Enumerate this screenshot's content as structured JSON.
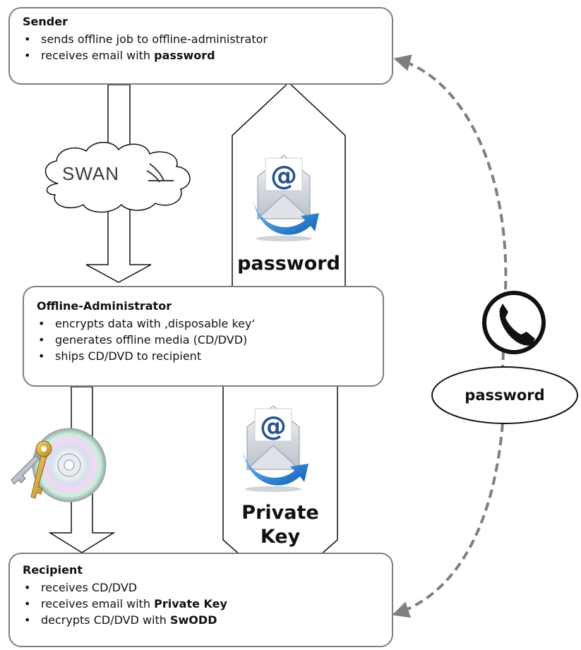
{
  "sender": {
    "title": "Sender",
    "bullets": [
      {
        "text": "sends offline job to offline-administrator"
      },
      {
        "pre": "receives email with ",
        "bold": "password"
      }
    ]
  },
  "offline_admin": {
    "title": "Offline-Administrator",
    "bullets": [
      {
        "text": "encrypts data with ‚disposable key‘"
      },
      {
        "text": "generates offline media (CD/DVD)"
      },
      {
        "text": "ships CD/DVD to recipient"
      }
    ]
  },
  "recipient": {
    "title": "Recipient",
    "bullets": [
      {
        "text": "receives CD/DVD"
      },
      {
        "pre": "receives email with ",
        "bold": "Private Key"
      },
      {
        "pre": "decrypts CD/DVD with ",
        "bold": "SwODD"
      }
    ]
  },
  "swan_logo_text": "SWAN",
  "email_password_label": "password",
  "email_private_key_label_line1": "Private",
  "email_private_key_label_line2": "Key",
  "phone_password_label": "password",
  "colors": {
    "border": "#7f7f7f",
    "dash": "#7f7f7f",
    "envelope_blue": "#2b7fd0"
  },
  "icons": [
    "cloud-icon",
    "envelope-at-icon",
    "phone-icon",
    "cd-with-keys-icon"
  ]
}
